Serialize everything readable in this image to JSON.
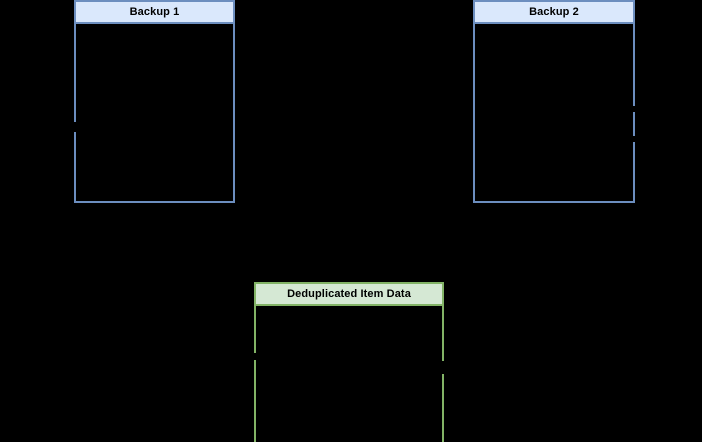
{
  "diagram": {
    "background_color": "#000000",
    "nodes": [
      {
        "id": "backup-1",
        "title": "Backup 1",
        "fill": "#dae8fc",
        "stroke": "#6c8ebf",
        "body_fill": "#000000",
        "anchor_side": "left"
      },
      {
        "id": "backup-2",
        "title": "Backup 2",
        "fill": "#dae8fc",
        "stroke": "#6c8ebf",
        "body_fill": "#000000",
        "anchor_side": "right"
      },
      {
        "id": "dedup-store",
        "title": "Deduplicated Item Data",
        "fill": "#d5e8d4",
        "stroke": "#82b366",
        "body_fill": "#000000",
        "anchor_side": "both"
      }
    ]
  }
}
